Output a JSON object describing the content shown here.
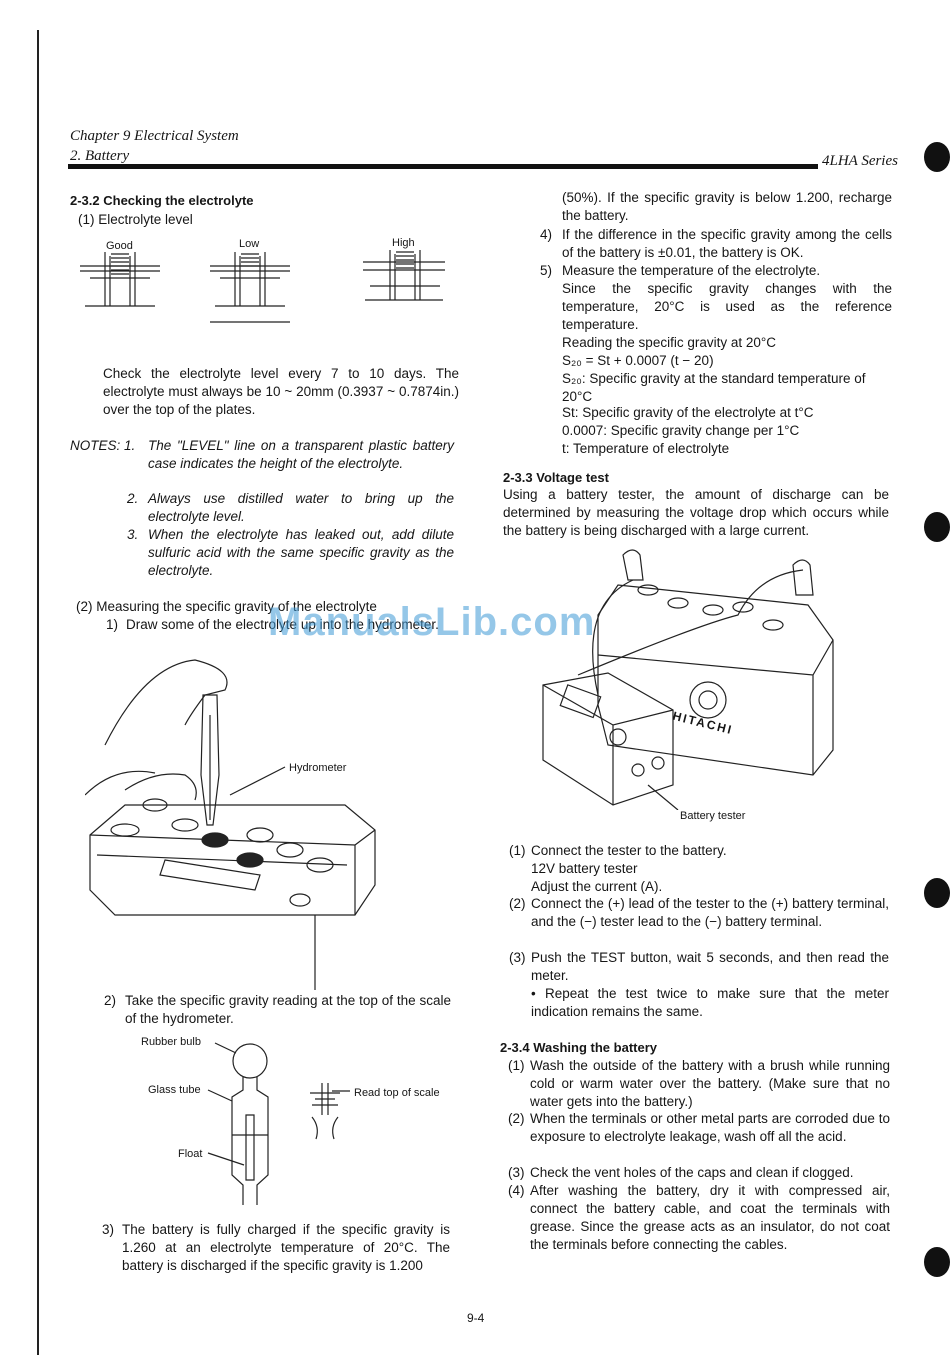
{
  "header": {
    "chapter": "Chapter 9 Electrical System",
    "section": "2. Battery",
    "series": "4LHA Series"
  },
  "watermark": "ManualsLib.com",
  "left": {
    "s232_title": "2-3.2 Checking the electrolyte",
    "item1": "(1) Electrolyte level",
    "levels": [
      "Good",
      "Low",
      "High"
    ],
    "check_text": "Check the electrolyte level every 7 to 10 days. The electrolyte must always be 10 ~ 20mm (0.3937 ~ 0.7874in.) over the top of the plates.",
    "notes_label": "NOTES: 1.",
    "note1": "The \"LEVEL\" line on a transparent plastic battery case indicates the height of the electrolyte.",
    "note2_num": "2.",
    "note2": "Always use distilled water to bring up the electrolyte level.",
    "note3_num": "3.",
    "note3": "When the electrolyte has leaked out, add dilute sulfuric acid with the same specific gravity as the electrolyte.",
    "item2": "(2) Measuring the specific gravity of the electrolyte",
    "step1_num": "1)",
    "step1": "Draw some of the electrolyte up into the hydrometer.",
    "hydrometer_label": "Hydrometer",
    "step2_num": "2)",
    "step2": "Take the specific gravity reading at the top of the scale of the hydrometer.",
    "rubber_bulb": "Rubber bulb",
    "glass_tube": "Glass tube",
    "float": "Float",
    "read_top": "Read top of scale",
    "step3_num": "3)",
    "step3": "The battery is fully charged if the specific gravity is 1.260 at an electrolyte temperature of 20°C. The battery is discharged if the specific gravity is 1.200"
  },
  "right": {
    "cont": "(50%). If the specific gravity is below 1.200, recharge the battery.",
    "item4_num": "4)",
    "item4": "If the difference in the specific gravity among the cells of the battery is ±0.01, the battery is OK.",
    "item5_num": "5)",
    "item5": "Measure the temperature of the electrolyte.",
    "item5b": "Since the specific gravity changes with the temperature, 20°C is used as the reference temperature.",
    "item5c": "Reading the specific gravity at 20°C",
    "formula": "S₂₀ = St + 0.0007 (t − 20)",
    "def_s20": "S₂₀: Specific gravity at the standard temperature of 20°C",
    "def_st": "St: Specific gravity of the electrolyte at t°C",
    "def_coef": "0.0007: Specific gravity change per 1°C",
    "def_t": "t: Temperature of electrolyte",
    "s233_title": "2-3.3 Voltage test",
    "s233_text": "Using a battery tester, the amount of discharge can be determined by measuring the voltage drop which occurs while the battery is being discharged with a large current.",
    "battery_brand": "HITACHI",
    "battery_tester_label": "Battery tester",
    "v1_num": "(1)",
    "v1": "Connect the tester to the battery.",
    "v1b": "12V battery tester",
    "v1c": "Adjust the current (A).",
    "v2_num": "(2)",
    "v2": "Connect the (+) lead of the tester to the (+) battery terminal, and the (−) tester lead to the (−) battery terminal.",
    "v3_num": "(3)",
    "v3": "Push the TEST button, wait 5 seconds, and then read the meter.",
    "v3b": "• Repeat the test twice to make sure that the meter indication remains the same.",
    "s234_title": "2-3.4 Washing the battery",
    "w1_num": "(1)",
    "w1": "Wash the outside of the battery with a brush while running cold or warm water over the battery. (Make sure that no water gets into the battery.)",
    "w2_num": "(2)",
    "w2": "When the terminals or other metal parts are corroded due to exposure to electrolyte leakage, wash off all the acid.",
    "w3_num": "(3)",
    "w3": "Check the vent holes of the caps and clean if clogged.",
    "w4_num": "(4)",
    "w4": "After washing the battery, dry it with compressed air, connect the battery cable, and coat the terminals with grease. Since the grease acts as an insulator, do not coat the terminals before connecting the cables."
  },
  "footer": {
    "page": "9-4"
  }
}
